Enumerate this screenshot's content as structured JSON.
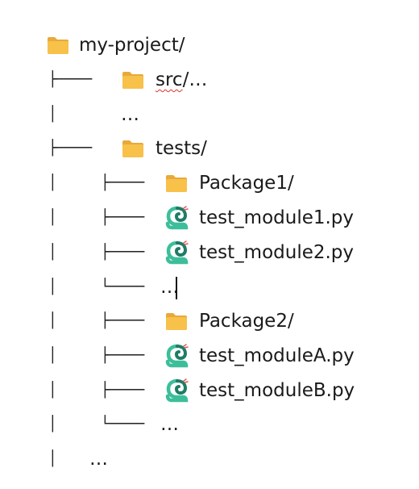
{
  "tree": {
    "root": {
      "name": "my-project/",
      "icon": "folder-icon"
    },
    "rows": [
      {
        "connector": "├────",
        "icon": "folder-icon",
        "name_main": "src",
        "name_rest": "/…"
      },
      {
        "connector": "│",
        "ellipsis": "…"
      },
      {
        "connector": "├────",
        "icon": "folder-icon",
        "name": "tests/"
      },
      {
        "connector": "│     ├────",
        "icon": "folder-icon",
        "name": "Package1/"
      },
      {
        "connector": "│     ├────",
        "icon": "python-file-icon",
        "name": "test_module1.py"
      },
      {
        "connector": "│     ├────",
        "icon": "python-file-icon",
        "name": "test_module2.py"
      },
      {
        "connector": "│     └────",
        "name": "…"
      },
      {
        "connector": "│     ├────",
        "icon": "folder-icon",
        "name": "Package2/"
      },
      {
        "connector": "│     ├────",
        "icon": "python-file-icon",
        "name": "test_moduleA.py"
      },
      {
        "connector": "│     ├────",
        "icon": "python-file-icon",
        "name": "test_moduleB.py"
      },
      {
        "connector": "│     └────",
        "name": "…"
      },
      {
        "connector": "│",
        "ellipsis": "…"
      }
    ]
  },
  "colors": {
    "folder_body": "#F7C14A",
    "folder_tab": "#E8A93A",
    "python_green": "#3DBE9A",
    "python_dark": "#1E7C66",
    "spell_error": "#E03030"
  }
}
